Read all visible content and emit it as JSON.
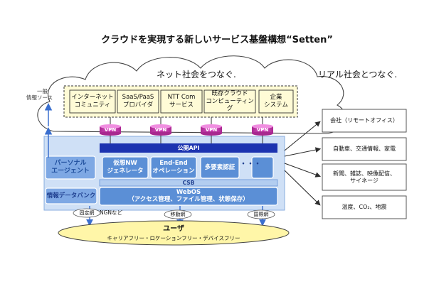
{
  "title": "クラウドを実現する新しいサービス基盤構想“Setten”",
  "cloud": {
    "net_society": "ネット社会をつなぐ.",
    "side_note_1": "一般",
    "side_note_2": "情報ソース",
    "services": [
      {
        "line1": "インターネット",
        "line2": "コミュニティ"
      },
      {
        "line1": "SaaS/PaaS",
        "line2": "プロバイダ"
      },
      {
        "line1": "NTT Com",
        "line2": "サービス"
      },
      {
        "line1": "既存クラウド",
        "line2": "コンピューティング"
      },
      {
        "line1": "企業",
        "line2": "システム"
      }
    ]
  },
  "real_society": "リアル社会とつなぐ.",
  "vpn_label": "VPN",
  "platform": {
    "public_api": "公開API",
    "personal_agent": {
      "line1": "パーソナル",
      "line2": "エージェント"
    },
    "modules": [
      {
        "line1": "仮想NW",
        "line2": "ジェネレータ"
      },
      {
        "line1": "End-End",
        "line2": "オペレーション"
      },
      {
        "line1": "多要素認証",
        "line2": ""
      }
    ],
    "ellipsis": "・・・",
    "csb": "CSB",
    "data_bank": "情報データバンク",
    "webos": {
      "line1": "WebOS",
      "line2": "（アクセス管理、ファイル管理、状態保存）"
    }
  },
  "networks": {
    "fixed": "固定網",
    "ngn": "NGNなど",
    "mobile": "移動網",
    "international": "国際網"
  },
  "user": {
    "label": "ユーザ",
    "subtitle": "キャリアフリー・ロケーションフリー・デバイスフリー"
  },
  "real_world": [
    {
      "line1": "会社（リモートオフィス）",
      "line2": ""
    },
    {
      "line1": "自動車、交通情報、家電",
      "line2": ""
    },
    {
      "line1": "新聞、雑誌、映像配信、",
      "line2": "サイネージ"
    },
    {
      "line1": "温度、CO₂、地震",
      "line2": ""
    }
  ],
  "colors": {
    "dark_blue": "#1c33b0",
    "light_blue": "#a9c8ee",
    "module_fill": "#5b8fd6",
    "cream": "#fffbd6",
    "vpn": "#d93cc0",
    "arrow": "#3a6fcf"
  }
}
